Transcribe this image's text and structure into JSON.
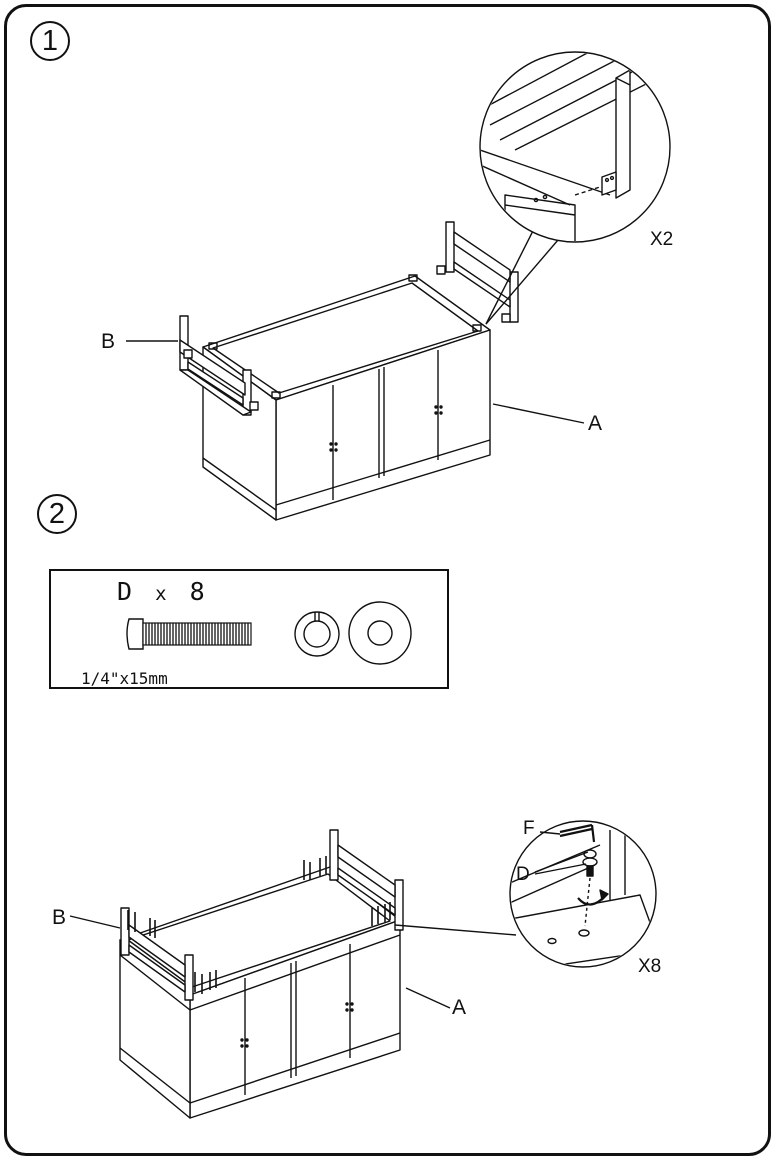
{
  "steps": [
    {
      "number": "1",
      "callouts": {
        "frame": "B",
        "cabinet": "A",
        "detail_qty": "X2"
      }
    },
    {
      "number": "2",
      "callouts": {
        "frame": "B",
        "cabinet": "A",
        "tool": "F",
        "bolt": "D",
        "detail_qty": "X8"
      }
    }
  ],
  "parts": {
    "name": "D",
    "times": "x",
    "qty": "8",
    "size": "1/4\"x15mm"
  },
  "colors": {
    "line": "#111111",
    "background": "#ffffff"
  }
}
